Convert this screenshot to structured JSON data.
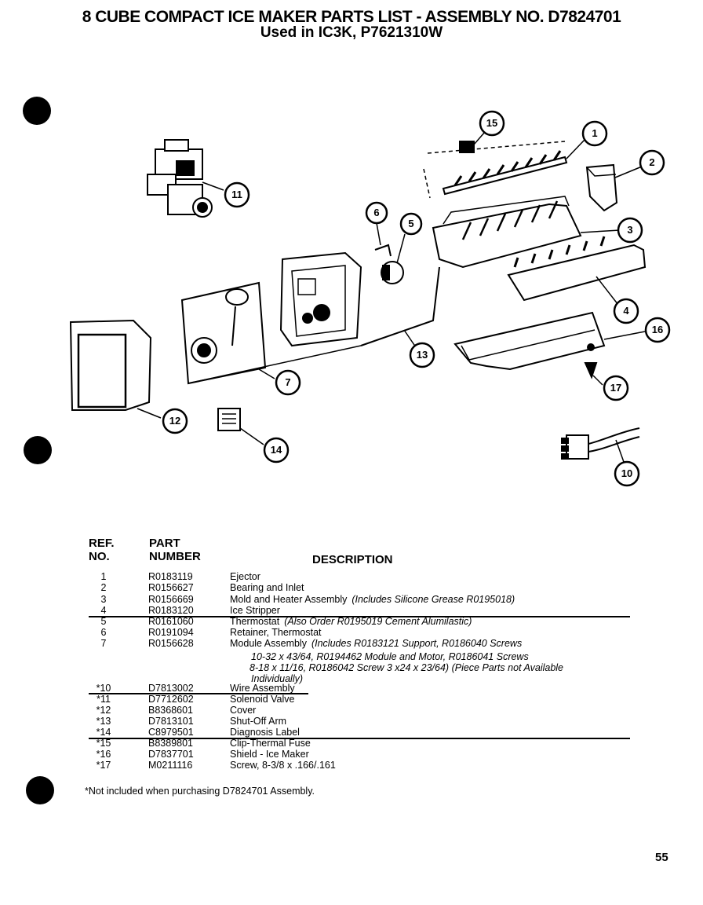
{
  "header": {
    "title": "8 CUBE COMPACT ICE MAKER PARTS LIST  -  ASSEMBLY NO. D7824701",
    "subtitle": "Used in IC3K, P7621310W"
  },
  "callouts": [
    "15",
    "1",
    "2",
    "11",
    "6",
    "5",
    "3",
    "4",
    "16",
    "13",
    "7",
    "17",
    "12",
    "14",
    "10"
  ],
  "table": {
    "col_ref_line1": "REF.",
    "col_ref_line2": "NO.",
    "col_part_line1": "PART",
    "col_part_line2": "NUMBER",
    "col_desc": "DESCRIPTION",
    "rows": [
      {
        "ref": "1",
        "part": "R0183119",
        "desc": "Ejector",
        "note": ""
      },
      {
        "ref": "2",
        "part": "R0156627",
        "desc": "Bearing and Inlet",
        "note": ""
      },
      {
        "ref": "3",
        "part": "R0156669",
        "desc": "Mold and Heater Assembly",
        "note": "(Includes Silicone Grease  R0195018)"
      },
      {
        "ref": "4",
        "part": "R0183120",
        "desc": "Ice Stripper",
        "note": ""
      },
      {
        "ref": "5",
        "part": "R0161060",
        "desc": "Thermostat",
        "note": "(Also Order R0195019 Cement Alumilastic)"
      },
      {
        "ref": "6",
        "part": "R0191094",
        "desc": "Retainer, Thermostat",
        "note": ""
      },
      {
        "ref": "7",
        "part": "R0156628",
        "desc": "Module Assembly",
        "note": "(Includes R0183121 Support, R0186040 Screws"
      },
      {
        "ref": "*10",
        "part": "D7813002",
        "desc": "Wire Assembly",
        "note": ""
      },
      {
        "ref": "*11",
        "part": "D7712602",
        "desc": "Solenoid Valve",
        "note": ""
      },
      {
        "ref": "*12",
        "part": "B8368601",
        "desc": "Cover",
        "note": ""
      },
      {
        "ref": "*13",
        "part": "D7813101",
        "desc": "Shut-Off Arm",
        "note": ""
      },
      {
        "ref": "*14",
        "part": "C8979501",
        "desc": "Diagnosis Label",
        "note": ""
      },
      {
        "ref": "*15",
        "part": "B8389801",
        "desc": "Clip-Thermal Fuse",
        "note": ""
      },
      {
        "ref": "*16",
        "part": "D7837701",
        "desc": "Shield - Ice Maker",
        "note": ""
      },
      {
        "ref": "*17",
        "part": "M0211116",
        "desc": "Screw, 8-3/8 x .166/.161",
        "note": ""
      }
    ],
    "module_note_continued": [
      "10-32 x 43/64, R0194462 Module and Motor, R0186041 Screws",
      "8-18 x 11/16, R0186042 Screw 3 x24 x 23/64)  (Piece Parts not Available",
      "Individually)"
    ]
  },
  "footnote": "*Not included when purchasing D7824701 Assembly.",
  "page_number": "55"
}
